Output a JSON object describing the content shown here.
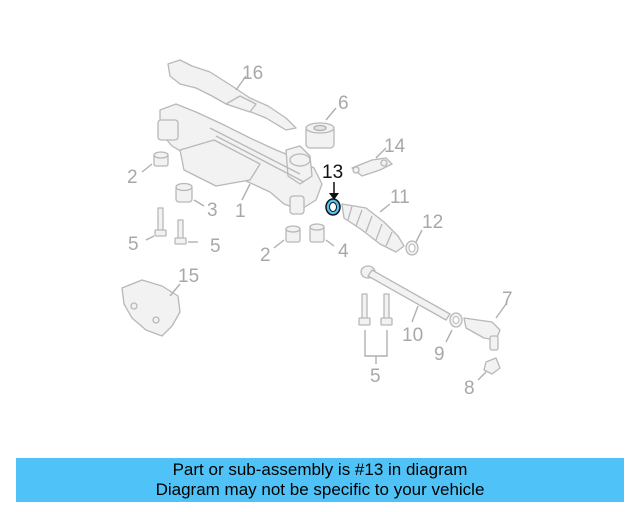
{
  "diagram": {
    "highlight_color": "#4fc3f7",
    "part_color": "#b8b8b8",
    "callouts": {
      "c16": "16",
      "c6": "6",
      "c14": "14",
      "c13": "13",
      "c11": "11",
      "c12": "12",
      "c2a": "2",
      "c3": "3",
      "c1": "1",
      "c5a": "5",
      "c5b": "5",
      "c2b": "2",
      "c4": "4",
      "c15": "15",
      "c10": "10",
      "c9": "9",
      "c7": "7",
      "c8": "8",
      "c5c": "5"
    }
  },
  "caption": {
    "line1": "Part or sub-assembly is #13 in diagram",
    "line2": "Diagram may not be specific to your vehicle"
  }
}
